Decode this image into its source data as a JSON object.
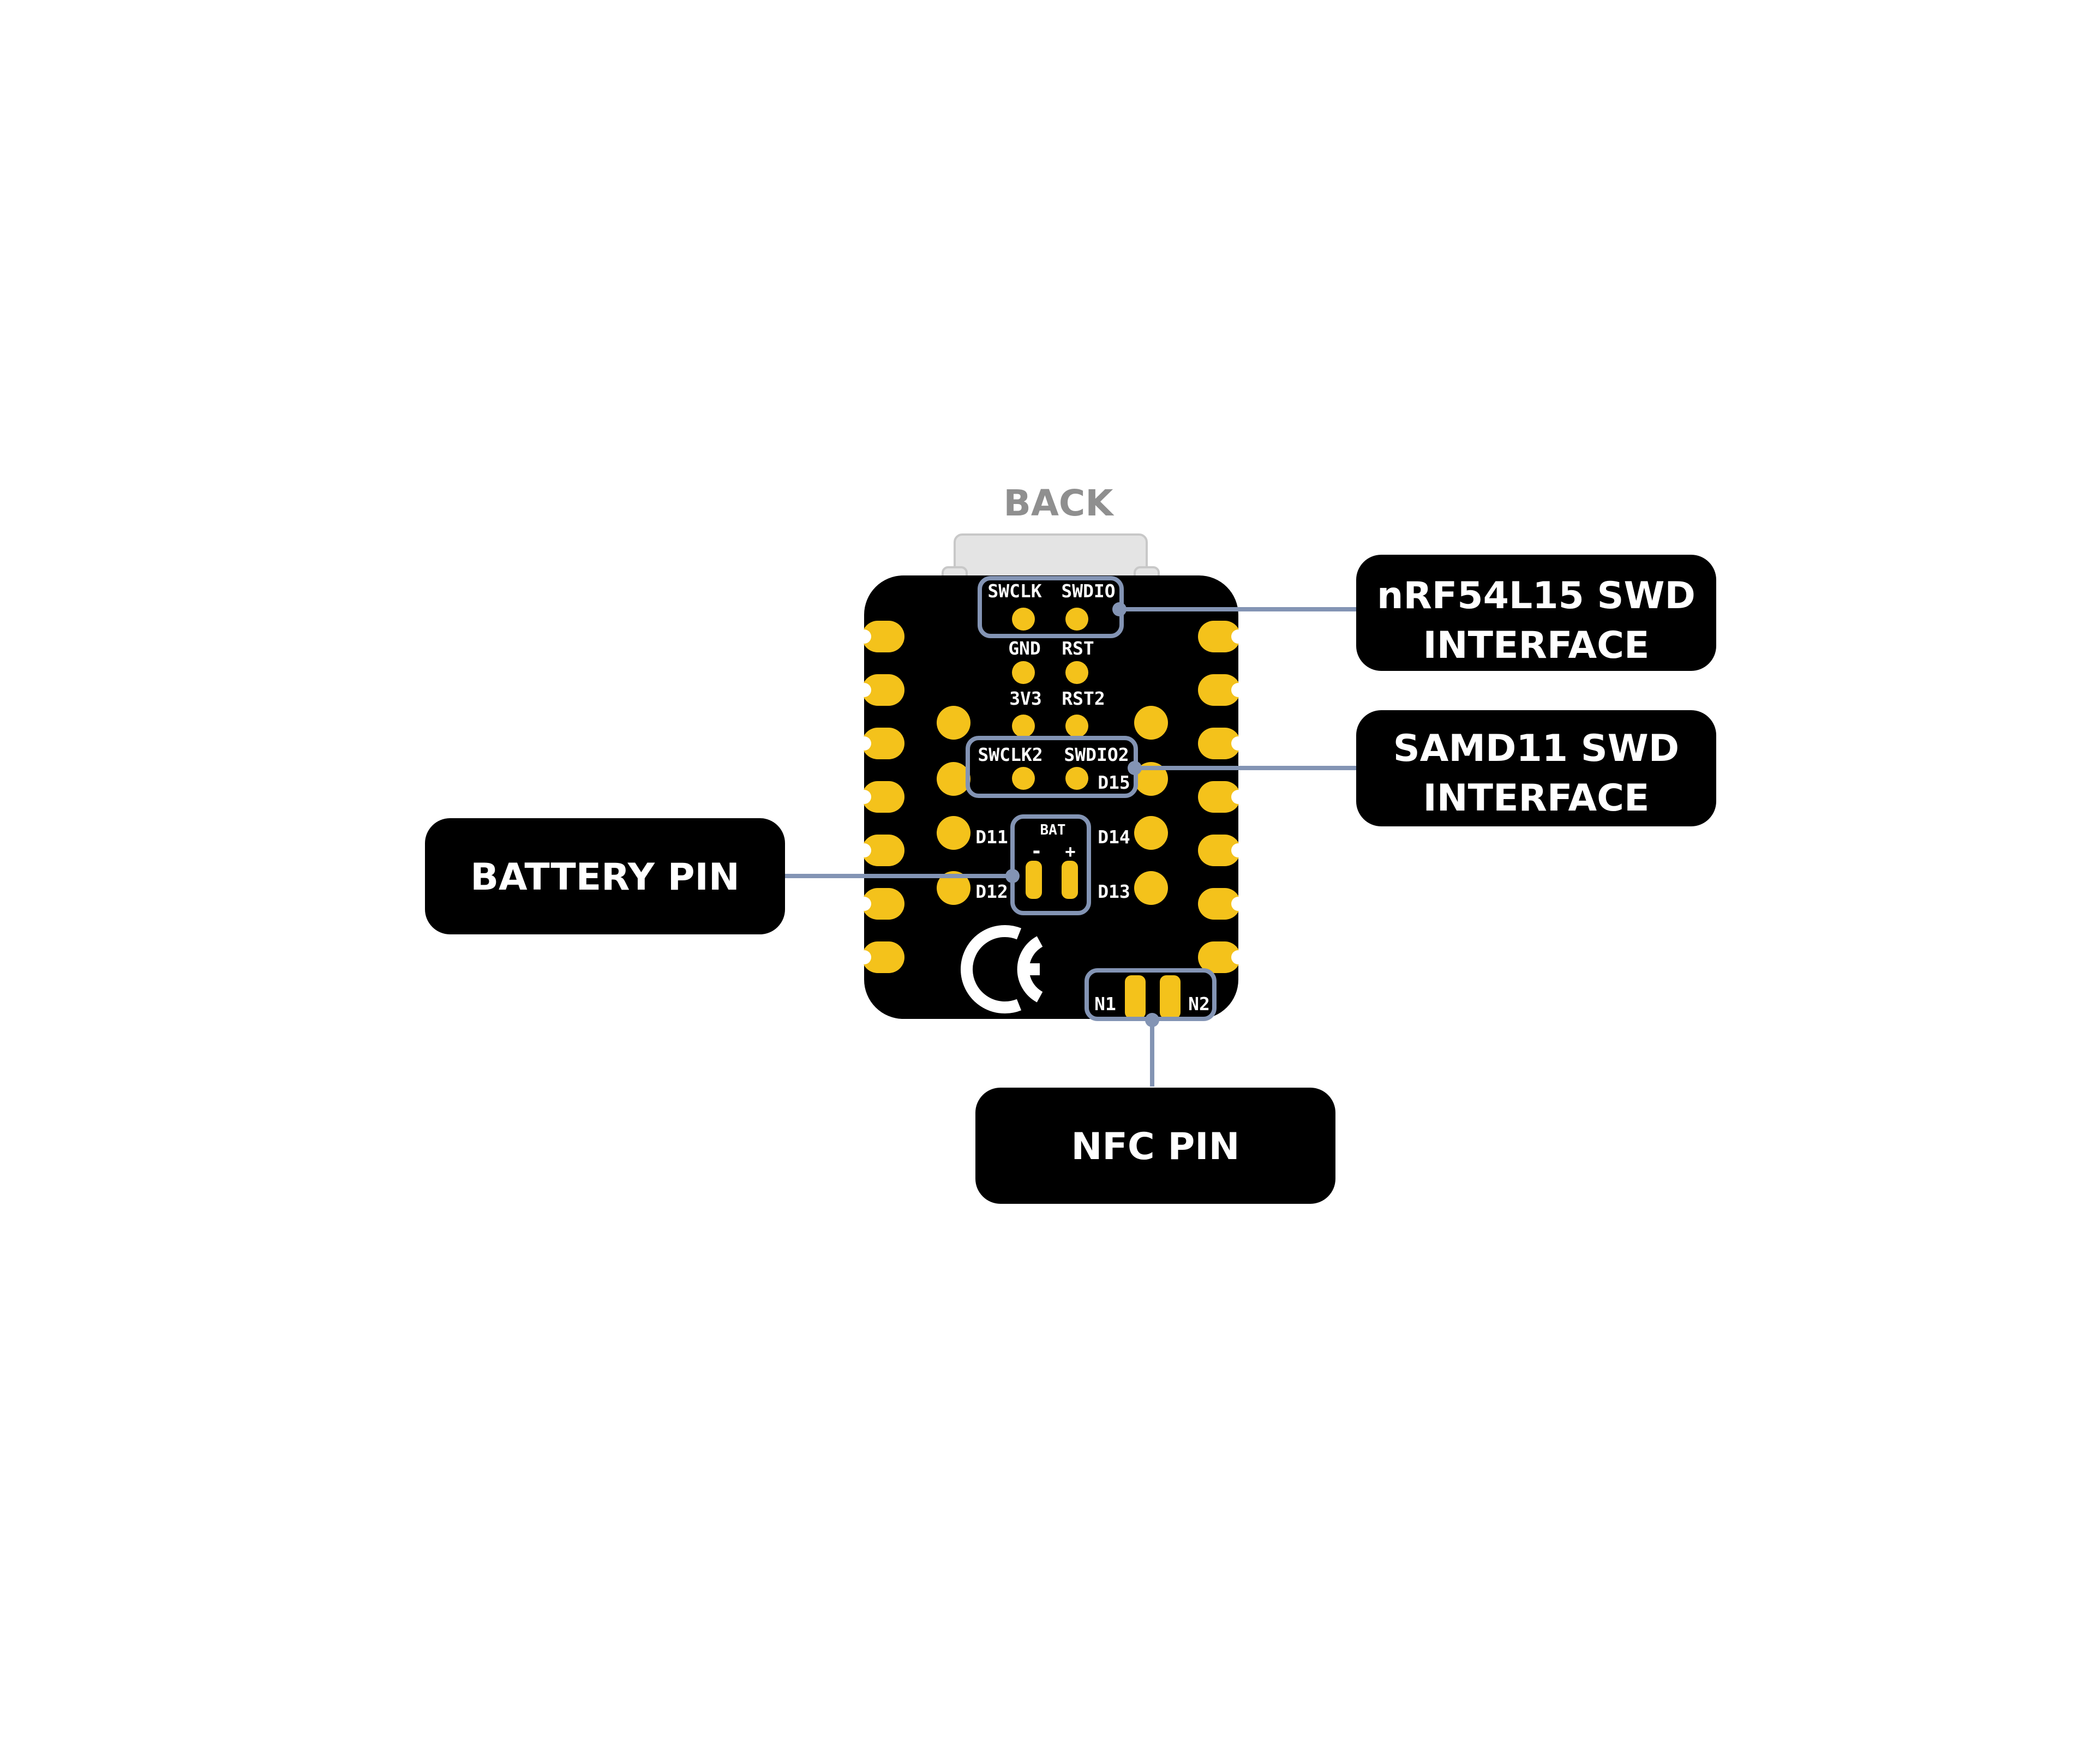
{
  "view_label": "BACK",
  "colors": {
    "board": "#000000",
    "pad": "#F4C21B",
    "connector": "#E4E4E4",
    "leader": "#8394B4",
    "label_bg": "#000000",
    "label_text": "#FFFFFF",
    "view_label": "#8F8F8F"
  },
  "callouts": {
    "nrf_swd": {
      "line1": "nRF54L15 SWD",
      "line2": "INTERFACE"
    },
    "samd_swd": {
      "line1": "SAMD11 SWD",
      "line2": "INTERFACE"
    },
    "battery": {
      "text": "BATTERY PIN"
    },
    "nfc": {
      "text": "NFC PIN"
    }
  },
  "silkscreen": {
    "swclk": "SWCLK",
    "swdio": "SWDIO",
    "gnd": "GND",
    "rst": "RST",
    "v3v3": "3V3",
    "rst2": "RST2",
    "swclk2": "SWCLK2",
    "swdio2": "SWDIO2",
    "d15": "D15",
    "d11": "D11",
    "d14": "D14",
    "d12": "D12",
    "d13": "D13",
    "bat": "BAT",
    "bat_minus": "-",
    "bat_plus": "+",
    "n1": "N1",
    "n2": "N2"
  },
  "logo_mark": "CE"
}
